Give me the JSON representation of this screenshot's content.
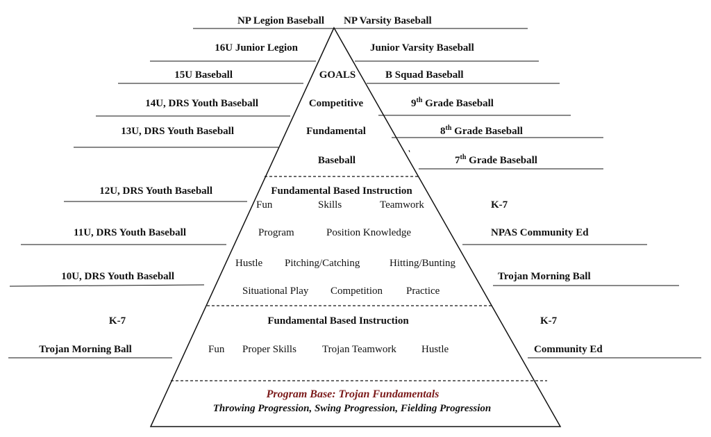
{
  "top": {
    "left": "NP Legion Baseball",
    "right": "NP Varsity Baseball"
  },
  "left_labels": [
    "16U Junior Legion",
    "15U  Baseball",
    "14U, DRS Youth Baseball",
    "13U, DRS Youth Baseball",
    "12U, DRS Youth Baseball",
    "11U, DRS Youth Baseball",
    "10U, DRS Youth Baseball",
    "K-7",
    "Trojan Morning Ball"
  ],
  "right_labels": {
    "jv": "Junior Varsity Baseball",
    "bsquad": "B Squad Baseball",
    "grade9_num": "9",
    "grade8_num": "8",
    "grade7_num": "7",
    "grade_sup": "th",
    "grade_suffix": " Grade Baseball",
    "k7_upper": "K-7",
    "npas": "NPAS Community Ed",
    "tmb": "Trojan Morning Ball",
    "k7_lower": "K-7",
    "community": "Community Ed"
  },
  "pyramid": {
    "apex": [
      "GOALS",
      "Competitive",
      "Fundamental",
      "Baseball"
    ],
    "middle": {
      "title": "Fundamental Based Instruction",
      "row1": [
        "Fun",
        "Skills",
        "Teamwork"
      ],
      "row2": [
        "Program",
        "Position Knowledge"
      ],
      "row3": [
        "Hustle",
        "Pitching/Catching",
        "Hitting/Bunting"
      ],
      "row4": [
        "Situational Play",
        "Competition",
        "Practice"
      ]
    },
    "lower": {
      "title": "Fundamental Based Instruction",
      "row": [
        "Fun",
        "Proper Skills",
        "Trojan Teamwork",
        "Hustle"
      ]
    },
    "base": {
      "title": "Program Base:  Trojan Fundamentals",
      "subtitle": "Throwing Progression, Swing Progression, Fielding Progression"
    }
  },
  "colors": {
    "line": "#111111",
    "base_title": "#7b1a1a"
  }
}
